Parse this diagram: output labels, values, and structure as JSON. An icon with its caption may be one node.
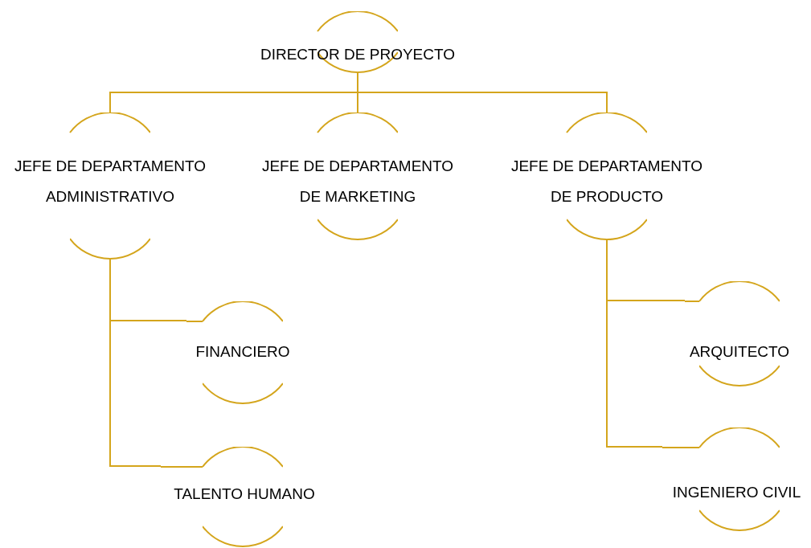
{
  "diagram": {
    "nodes": [
      {
        "text": [
          "DIRECTOR DE PROYECTO"
        ]
      },
      {
        "text": [
          "JEFE DE DEPARTAMENTO ADMINISTRATIVO"
        ]
      },
      {
        "text": [
          "JEFE DE DEPARTAMENTO DE MARKETING"
        ]
      },
      {
        "text": [
          "JEFE DE DEPARTAMENTO DE PRODUCTO"
        ]
      },
      {
        "text": [
          "FINANCIERO"
        ]
      },
      {
        "text": [
          "TALENTO HUMANO"
        ]
      },
      {
        "text": [
          "ARQUITECTO"
        ]
      },
      {
        "text": [
          "INGENIERO CIVIL"
        ]
      }
    ],
    "edges": [
      {
        "from": 0,
        "to": 1,
        "arrow": "none"
      },
      {
        "from": 0,
        "to": 2,
        "arrow": "none"
      },
      {
        "from": 0,
        "to": 3,
        "arrow": "none"
      },
      {
        "from": 1,
        "to": 4,
        "arrow": "none"
      },
      {
        "from": 1,
        "to": 5,
        "arrow": "none"
      },
      {
        "from": 3,
        "to": 6,
        "arrow": "none"
      },
      {
        "from": 3,
        "to": 7,
        "arrow": "none"
      }
    ]
  }
}
